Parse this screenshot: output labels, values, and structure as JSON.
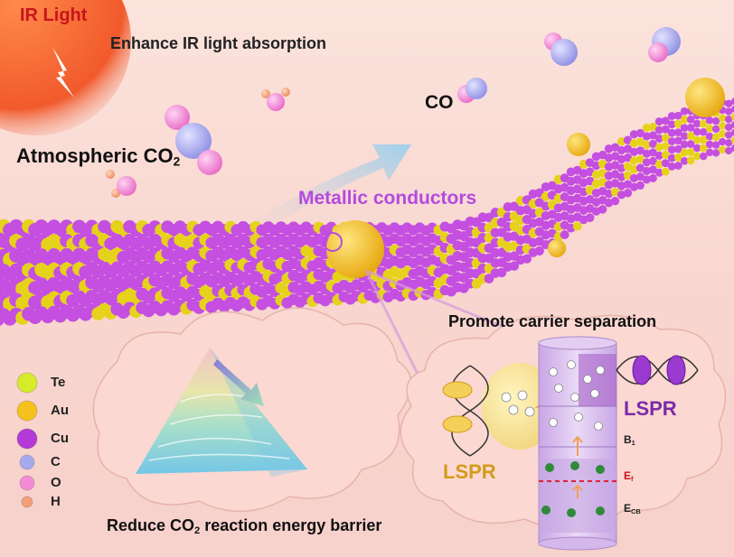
{
  "ir_light": {
    "label": "IR Light"
  },
  "enhance": {
    "label": "Enhance IR light absorption"
  },
  "co_product": {
    "label": "CO"
  },
  "atmospheric": {
    "prefix": "Atmospheric CO",
    "sub": "2"
  },
  "metallic": {
    "label": "Metallic conductors"
  },
  "promote": {
    "label": "Promote carrier separation"
  },
  "reduce": {
    "prefix": "Reduce CO",
    "sub": "2",
    "suffix": " reaction energy barrier"
  },
  "lspr_left": {
    "label": "LSPR"
  },
  "lspr_right": {
    "label": "LSPR"
  },
  "band": {
    "b1": {
      "main": "B",
      "sub": "1"
    },
    "ef": {
      "main": "E",
      "sub": "f"
    },
    "ecb": {
      "main": "E",
      "sub": "CB"
    }
  },
  "legend": [
    {
      "label": "Te",
      "color": "#d6ec2a"
    },
    {
      "label": "Au",
      "color": "#f4c21c"
    },
    {
      "label": "Cu",
      "color": "#b43ad8"
    },
    {
      "label": "C",
      "color": "#a7a9ef"
    },
    {
      "label": "O",
      "color": "#f48bd6"
    },
    {
      "label": "H",
      "color": "#f2a07a"
    }
  ],
  "colors": {
    "background": "#f8d6cf",
    "ir_sun": "#f15a2c",
    "ir_text": "#c8141c",
    "metallic_text": "#b44ae0",
    "lspr_gold": "#d49a1a",
    "lspr_purple": "#7a2aa8",
    "fiber_purple": "#c44fe0",
    "fiber_yellow": "#e6d21a",
    "fermi_line": "#e0203a"
  }
}
